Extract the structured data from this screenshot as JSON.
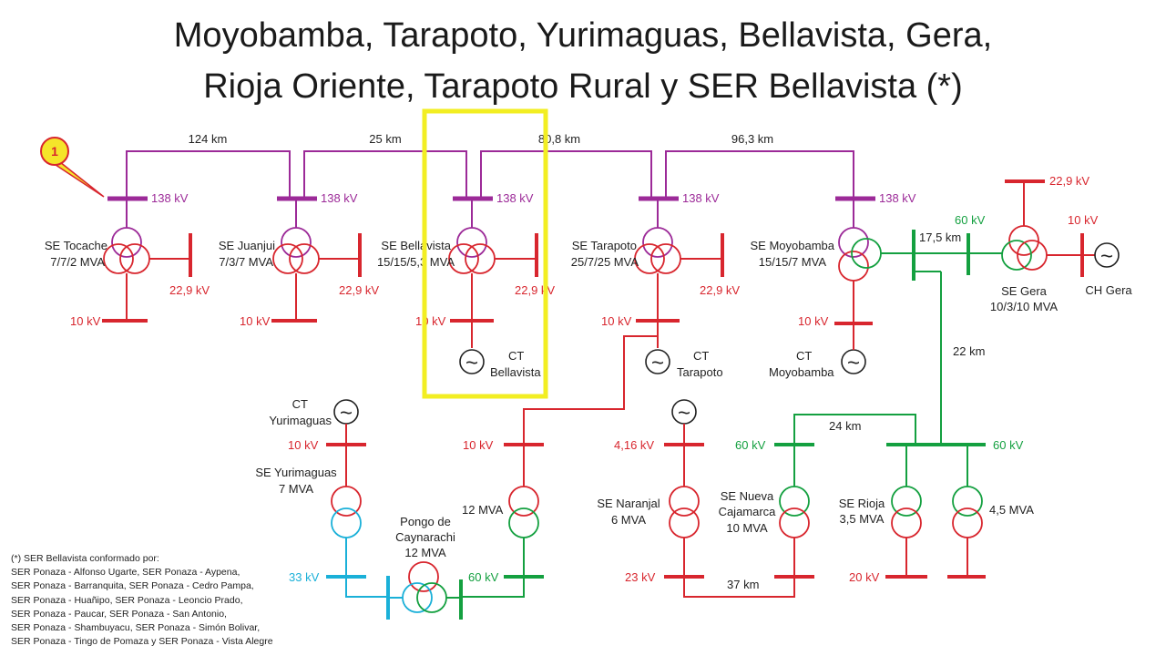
{
  "title": {
    "line1": "Moyobamba, Tarapoto, Yurimaguas, Bellavista, Gera,",
    "line2": "Rioja Oriente, Tarapoto Rural y SER Bellavista (*)"
  },
  "colors": {
    "kv138": "#9c2a98",
    "kv_red": "#d8262e",
    "kv60": "#14a040",
    "kv33": "#1ab0d8",
    "highlight": "#f2ee22",
    "callout": "#f5e52a"
  },
  "callout": {
    "number": "1"
  },
  "distances": {
    "d124": "124 km",
    "d25": "25 km",
    "d808": "80,8 km",
    "d963": "96,3 km",
    "d175": "17,5 km",
    "d22": "22 km",
    "d24": "24 km",
    "d37": "37 km"
  },
  "voltages": {
    "v138": "138 kV",
    "v229": "22,9 kV",
    "v10": "10 kV",
    "v60": "60 kV",
    "v416": "4,16 kV",
    "v23": "23 kV",
    "v20": "20 kV",
    "v33": "33 kV"
  },
  "stations": {
    "tocache": {
      "name": "SE Tocache",
      "rating": "7/7/2 MVA"
    },
    "juanjui": {
      "name": "SE Juanjui",
      "rating": "7/3/7 MVA"
    },
    "bellavista": {
      "name": "SE Bellavista",
      "rating": "15/15/5,3 MVA"
    },
    "tarapoto": {
      "name": "SE Tarapoto",
      "rating": "25/7/25 MVA"
    },
    "moyobamba": {
      "name": "SE Moyobamba",
      "rating": "15/15/7 MVA"
    },
    "gera": {
      "name": "SE Gera",
      "rating": "10/3/10 MVA"
    },
    "yurimaguas": {
      "name": "SE Yurimaguas",
      "rating": "7 MVA"
    },
    "pongo": {
      "name": "Pongo de",
      "name2": "Caynarachi",
      "rating": "12 MVA"
    },
    "caynarachi_tr": {
      "rating": "12 MVA"
    },
    "naranjal": {
      "name": "SE Naranjal",
      "rating": "6 MVA"
    },
    "nueva_cajamarca": {
      "name": "SE Nueva",
      "name2": "Cajamarca",
      "rating": "10 MVA"
    },
    "rioja": {
      "name": "SE Rioja",
      "rating": "3,5 MVA"
    },
    "rioja2": {
      "rating": "4,5 MVA"
    }
  },
  "generators": {
    "ct_bellavista": {
      "l1": "CT",
      "l2": "Bellavista"
    },
    "ct_tarapoto": {
      "l1": "CT",
      "l2": "Tarapoto"
    },
    "ct_moyobamba": {
      "l1": "CT",
      "l2": "Moyobamba"
    },
    "ct_yurimaguas": {
      "l1": "CT",
      "l2": "Yurimaguas"
    },
    "ch_gera": {
      "l1": "CH Gera"
    },
    "tilde": "~"
  },
  "footnote": {
    "lines": [
      "(*) SER Bellavista conformado por:",
      "SER Ponaza - Alfonso Ugarte, SER Ponaza - Aypena,",
      "SER Ponaza - Barranquita, SER Ponaza - Cedro Pampa,",
      "SER Ponaza - Huañipo, SER Ponaza - Leoncio Prado,",
      "SER Ponaza - Paucar, SER Ponaza - San Antonio,",
      "SER Ponaza - Shambuyacu, SER Ponaza - Simón Bolivar,",
      "SER Ponaza - Tingo de Pomaza y SER Ponaza - Vista Alegre"
    ]
  }
}
